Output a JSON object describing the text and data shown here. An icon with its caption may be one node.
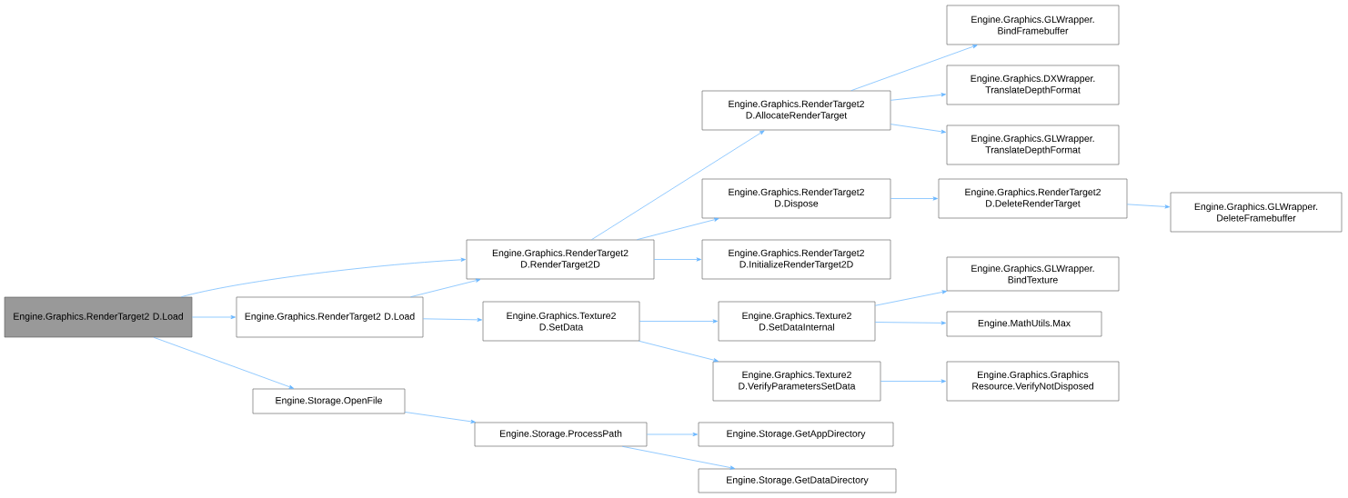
{
  "diagram": {
    "nodes": [
      {
        "text": [
          "Engine.Graphics.RenderTarget2 D.Load"
        ]
      },
      {
        "text": [
          "Engine.Graphics.RenderTarget2 D.Load"
        ]
      },
      {
        "text": [
          "Engine.Graphics.RenderTarget2 D.RenderTarget2D"
        ]
      },
      {
        "text": [
          "Engine.Storage.OpenFile"
        ]
      },
      {
        "text": [
          "Engine.Graphics.Texture2 D.SetData"
        ]
      },
      {
        "text": [
          "Engine.Storage.ProcessPath"
        ]
      },
      {
        "text": [
          "Engine.Graphics.RenderTarget2 D.AllocateRenderTarget"
        ]
      },
      {
        "text": [
          "Engine.Graphics.RenderTarget2 D.Dispose"
        ]
      },
      {
        "text": [
          "Engine.Graphics.RenderTarget2 D.InitializeRenderTarget2D"
        ]
      },
      {
        "text": [
          "Engine.Graphics.Texture2 D.SetDataInternal"
        ]
      },
      {
        "text": [
          "Engine.Graphics.Texture2 D.VerifyParametersSetData"
        ]
      },
      {
        "text": [
          "Engine.Storage.GetAppDirectory"
        ]
      },
      {
        "text": [
          "Engine.Storage.GetDataDirectory"
        ]
      },
      {
        "text": [
          "Engine.Graphics.GLWrapper. BindFramebuffer"
        ]
      },
      {
        "text": [
          "Engine.Graphics.DXWrapper. TranslateDepthFormat"
        ]
      },
      {
        "text": [
          "Engine.Graphics.GLWrapper. TranslateDepthFormat"
        ]
      },
      {
        "text": [
          "Engine.Graphics.RenderTarget2 D.DeleteRenderTarget"
        ]
      },
      {
        "text": [
          "Engine.Graphics.GLWrapper. BindTexture"
        ]
      },
      {
        "text": [
          "Engine.MathUtils.Max"
        ]
      },
      {
        "text": [
          "Engine.Graphics.Graphics Resource.VerifyNotDisposed"
        ]
      },
      {
        "text": [
          "Engine.Graphics.GLWrapper. DeleteFramebuffer"
        ]
      }
    ],
    "edges": [
      {
        "from": 0,
        "to": 2,
        "arrow": "to"
      },
      {
        "from": 0,
        "to": 1,
        "arrow": "to"
      },
      {
        "from": 0,
        "to": 3,
        "arrow": "to"
      },
      {
        "from": 1,
        "to": 2,
        "arrow": "to"
      },
      {
        "from": 1,
        "to": 4,
        "arrow": "to"
      },
      {
        "from": 2,
        "to": 6,
        "arrow": "to"
      },
      {
        "from": 2,
        "to": 7,
        "arrow": "to"
      },
      {
        "from": 2,
        "to": 8,
        "arrow": "to"
      },
      {
        "from": 4,
        "to": 9,
        "arrow": "to"
      },
      {
        "from": 4,
        "to": 10,
        "arrow": "to"
      },
      {
        "from": 3,
        "to": 5,
        "arrow": "to"
      },
      {
        "from": 5,
        "to": 11,
        "arrow": "to"
      },
      {
        "from": 5,
        "to": 12,
        "arrow": "to"
      },
      {
        "from": 6,
        "to": 13,
        "arrow": "to"
      },
      {
        "from": 6,
        "to": 14,
        "arrow": "to"
      },
      {
        "from": 6,
        "to": 15,
        "arrow": "to"
      },
      {
        "from": 7,
        "to": 16,
        "arrow": "to"
      },
      {
        "from": 16,
        "to": 20,
        "arrow": "to"
      },
      {
        "from": 9,
        "to": 17,
        "arrow": "to"
      },
      {
        "from": 9,
        "to": 18,
        "arrow": "to"
      },
      {
        "from": 10,
        "to": 19,
        "arrow": "to"
      }
    ]
  }
}
